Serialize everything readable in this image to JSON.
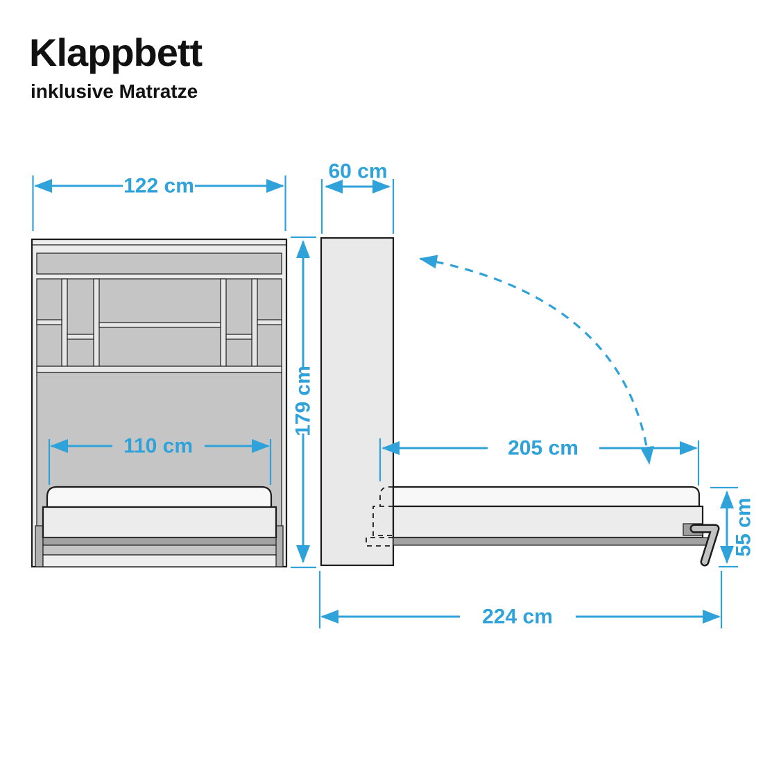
{
  "header": {
    "title": "Klappbett",
    "subtitle": "inklusive Matratze"
  },
  "dimensions": {
    "cabinet_width": "122 cm",
    "cabinet_depth": "60 cm",
    "cabinet_height": "179 cm",
    "bed_width": "110 cm",
    "lying_length": "205 cm",
    "open_depth": "224 cm",
    "bed_height": "55 cm"
  },
  "colors": {
    "accent_blue": "#2fa2d9",
    "outline_black": "#1c1c1c",
    "panel_gray": "#c5c5c5",
    "frame_light_gray": "#ececec",
    "divider_light_gray": "#e7e7e7",
    "mattress_white": "#f8f8f8",
    "strip_dark_gray": "#a2a2a2",
    "leg_gray": "#b0b0b0",
    "side_cabinet_gray": "#e9e9e9"
  }
}
